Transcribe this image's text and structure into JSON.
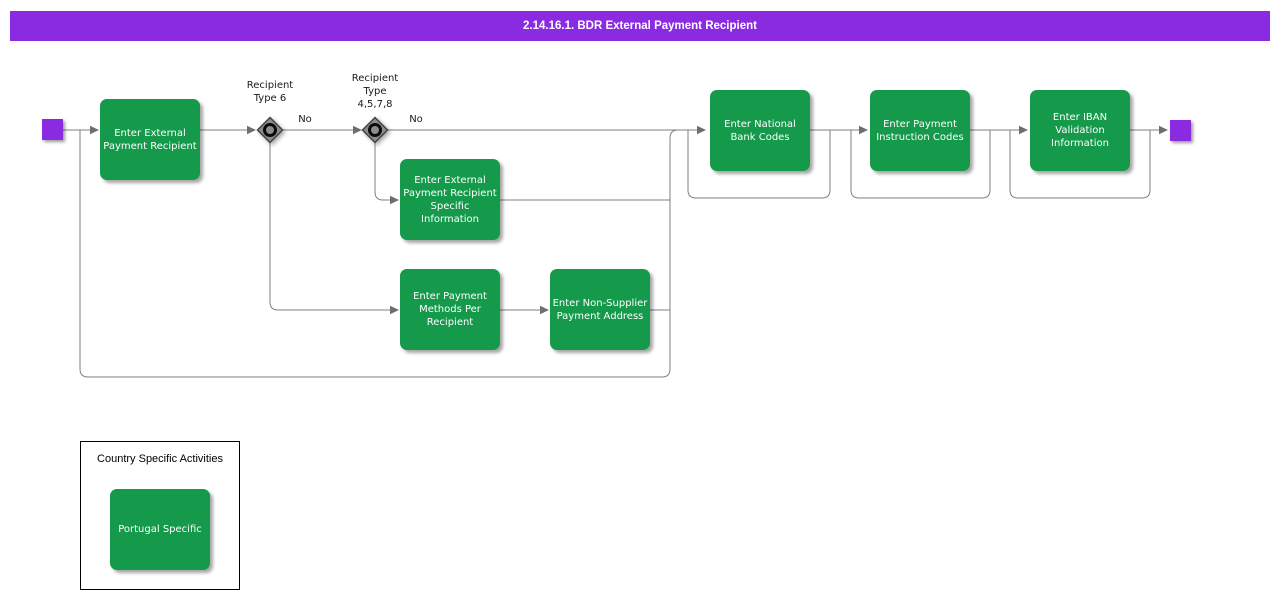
{
  "header": {
    "title": "2.14.16.1. BDR External Payment Recipient"
  },
  "palette": {
    "title_bar_purple": "#8A2BE2",
    "start_end_purple": "#8A2BE2",
    "activity_green": "#15994B",
    "connector_gray": "#7F7F7F",
    "diamond_gray": "#8C8C8C",
    "text_white": "#FFFFFF",
    "text_black": "#1A1A1A"
  },
  "flow": {
    "decision1": {
      "label": "Recipient\nType 6",
      "no_label": "No"
    },
    "decision2": {
      "label": "Recipient\nType\n4,5,7,8",
      "no_label": "No"
    },
    "activities": {
      "enter_external_payment_recipient": "Enter External Payment Recipient",
      "enter_external_payment_recipient_specific_information": "Enter External Payment Recipient Specific Information",
      "enter_payment_methods_per_recipient": "Enter Payment Methods Per Recipient",
      "enter_non_supplier_payment_address": "Enter Non-Supplier Payment Address",
      "enter_national_bank_codes": "Enter National Bank Codes",
      "enter_payment_instruction_codes": "Enter Payment Instruction Codes",
      "enter_iban_validation_information": "Enter IBAN Validation Information"
    }
  },
  "country_panel": {
    "title": "Country Specific Activities",
    "activity": "Portugal Specific"
  }
}
